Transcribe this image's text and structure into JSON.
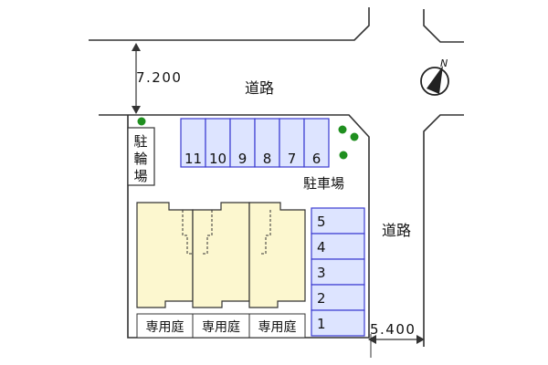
{
  "labels": {
    "road_north": "道路",
    "road_east": "道路",
    "parking": "駐車場",
    "bicycle_parking": [
      "駐",
      "輪",
      "場"
    ],
    "private_gardens": [
      "専用庭",
      "専用庭",
      "専用庭"
    ]
  },
  "dimensions": {
    "north_road_width": "7.200",
    "east_road_width": "5.400"
  },
  "parking_top": [
    "11",
    "10",
    "9",
    "8",
    "7",
    "6"
  ],
  "parking_right": [
    "5",
    "4",
    "3",
    "2",
    "1"
  ],
  "compass": {
    "letter": "N",
    "icon": "north-arrow-icon"
  },
  "colors": {
    "parking_fill": "#dde4ff",
    "parking_border": "#3a3ad0",
    "building_fill": "#fcf7cf",
    "tree": "#1f8f1f",
    "line": "#333333"
  }
}
